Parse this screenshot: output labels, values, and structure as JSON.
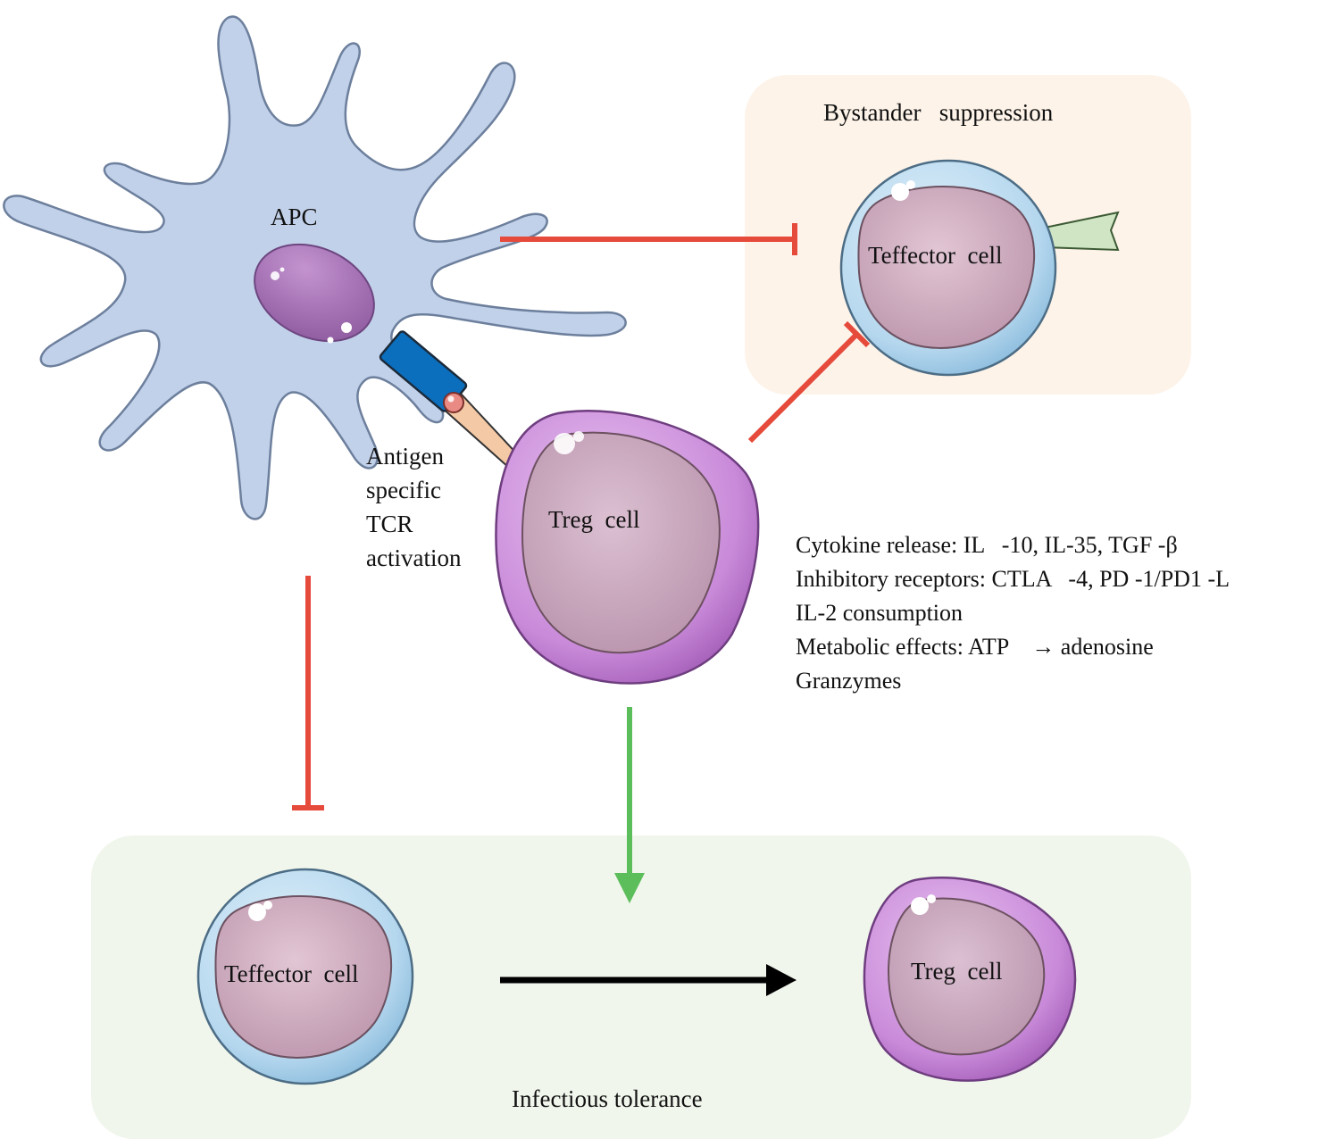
{
  "panels": {
    "bystander": {
      "title": "Bystander   suppression",
      "fill": "#fdf3e9"
    },
    "infectious": {
      "title": "Infectious tolerance",
      "fill": "#f0f6ec"
    }
  },
  "cells": {
    "apc": {
      "label": "APC",
      "body_color": "#c2d1ea",
      "nucleus_color": "#a374b3"
    },
    "treg_center": {
      "label": "Treg  cell",
      "ring_color": "#c98ad9",
      "core_color": "#d2b2c6"
    },
    "teff_top": {
      "label": "Teffector  cell",
      "ring_color": "#b5d7ee",
      "core_color": "#d7b6c7"
    },
    "teff_bottom": {
      "label": "Teffector  cell"
    },
    "treg_bottom": {
      "label": "Treg  cell"
    }
  },
  "activation_label": [
    "Antigen",
    "specific",
    "TCR",
    "activation"
  ],
  "mechanisms": [
    "Cytokine release: IL   -10, IL-35, TGF -β",
    "Inhibitory receptors: CTLA   -4, PD -1/PD1 -L",
    "IL-2 consumption",
    "Metabolic effects: ATP    → adenosine",
    "Granzymes"
  ],
  "arrows": {
    "inhibit_color": "#e64a3b",
    "promote_color": "#5cbd5b",
    "convert_color": "#000000"
  },
  "icons": {
    "tcr_receptor": "blue-tcr-receptor",
    "mhc_peptide": "peach-mhc-stalk",
    "antigen": "red-antigen-bead",
    "effector_receptor": "green-receptor"
  }
}
